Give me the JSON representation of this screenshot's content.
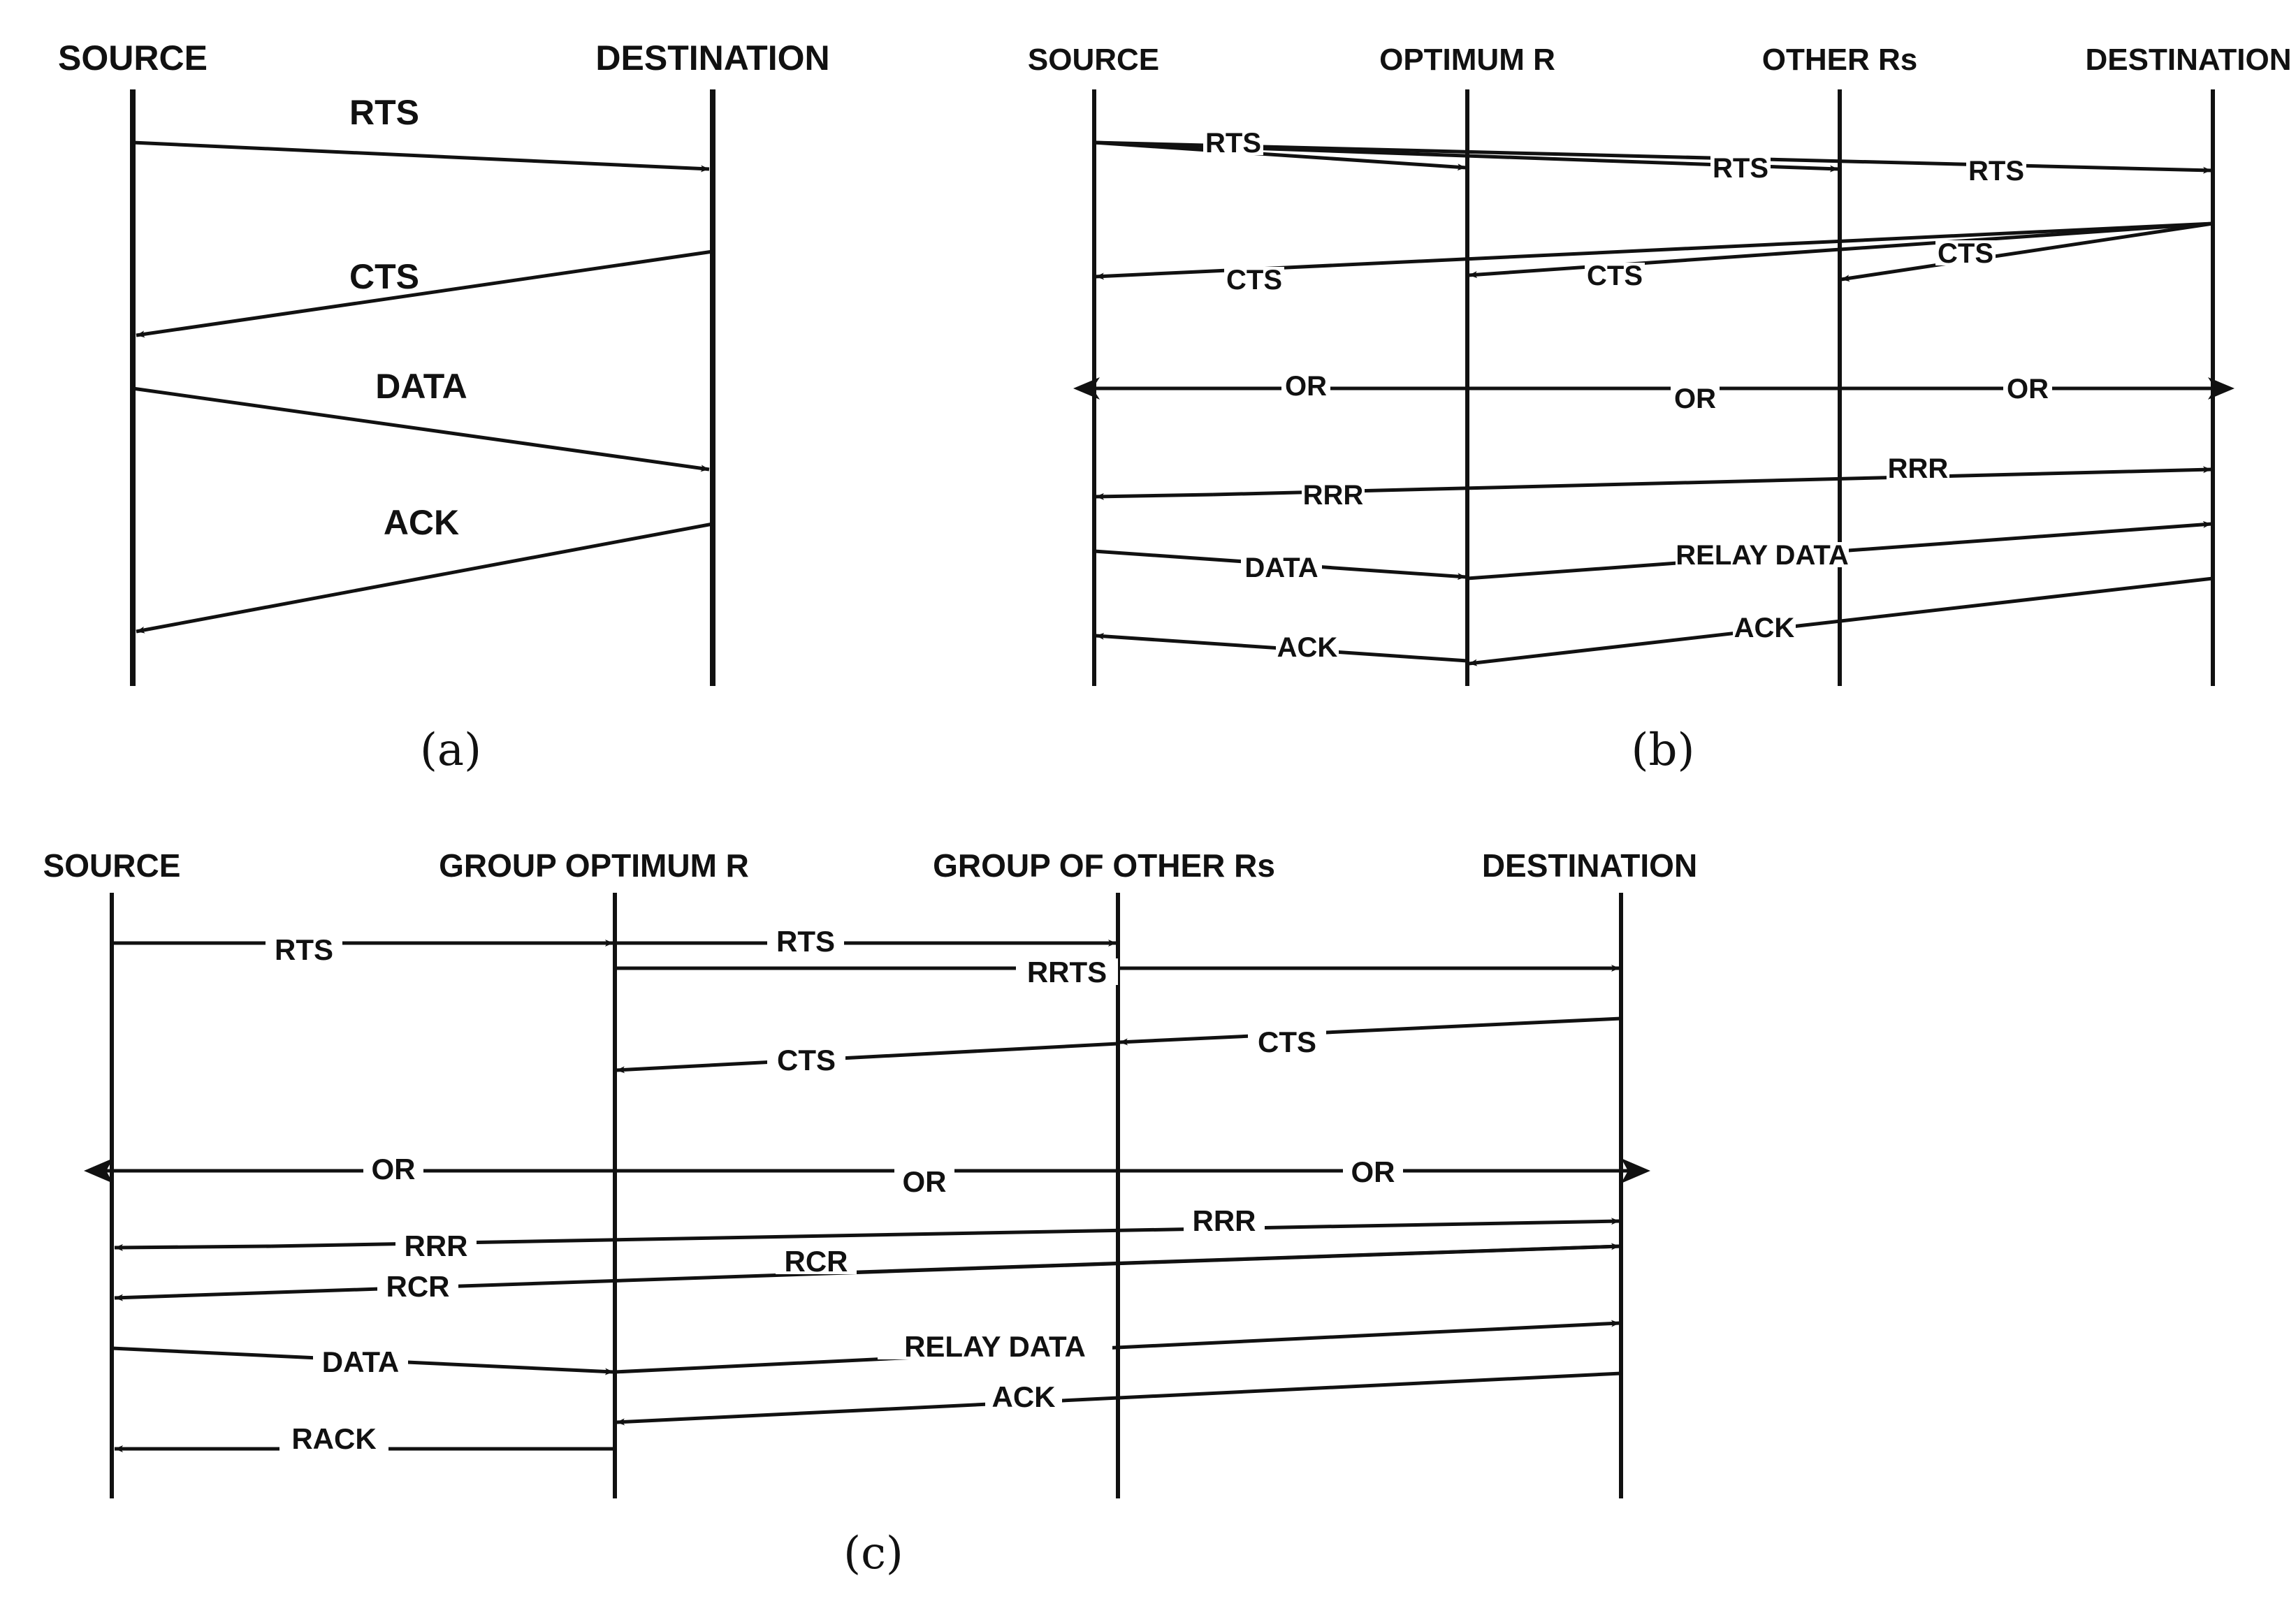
{
  "panels": [
    {
      "id": "a",
      "caption": "(a)",
      "entities": [
        "SOURCE",
        "DESTINATION"
      ],
      "messages": [
        {
          "label": "RTS",
          "from": "SOURCE",
          "to": "DESTINATION"
        },
        {
          "label": "CTS",
          "from": "DESTINATION",
          "to": "SOURCE"
        },
        {
          "label": "DATA",
          "from": "SOURCE",
          "to": "DESTINATION"
        },
        {
          "label": "ACK",
          "from": "DESTINATION",
          "to": "SOURCE"
        }
      ]
    },
    {
      "id": "b",
      "caption": "(b)",
      "entities": [
        "SOURCE",
        "OPTIMUM R",
        "OTHER Rs",
        "DESTINATION"
      ],
      "messages": [
        {
          "label": "RTS",
          "from": "SOURCE",
          "to": "OPTIMUM R"
        },
        {
          "label": "RTS",
          "from": "SOURCE",
          "to": "OTHER Rs"
        },
        {
          "label": "RTS",
          "from": "SOURCE",
          "to": "DESTINATION"
        },
        {
          "label": "CTS",
          "from": "DESTINATION",
          "to": "SOURCE"
        },
        {
          "label": "CTS",
          "from": "DESTINATION",
          "to": "OPTIMUM R"
        },
        {
          "label": "CTS",
          "from": "DESTINATION",
          "to": "OTHER Rs"
        },
        {
          "label": "OR",
          "from": "SOURCE",
          "to": "DESTINATION",
          "bidirectional": true
        },
        {
          "label": "OR",
          "from": "SOURCE",
          "to": "DESTINATION",
          "bidirectional": true
        },
        {
          "label": "OR",
          "from": "SOURCE",
          "to": "DESTINATION",
          "bidirectional": true
        },
        {
          "label": "RRR",
          "from": "OPTIMUM R",
          "to": "SOURCE"
        },
        {
          "label": "RRR",
          "from": "OPTIMUM R",
          "to": "DESTINATION"
        },
        {
          "label": "DATA",
          "from": "SOURCE",
          "to": "OPTIMUM R"
        },
        {
          "label": "RELAY DATA",
          "from": "OPTIMUM R",
          "to": "DESTINATION"
        },
        {
          "label": "ACK",
          "from": "DESTINATION",
          "to": "OPTIMUM R"
        },
        {
          "label": "ACK",
          "from": "OPTIMUM R",
          "to": "SOURCE"
        }
      ]
    },
    {
      "id": "c",
      "caption": "(c)",
      "entities": [
        "SOURCE",
        "GROUP OPTIMUM R",
        "GROUP OF OTHER Rs",
        "DESTINATION"
      ],
      "messages": [
        {
          "label": "RTS",
          "from": "SOURCE",
          "to": "GROUP OPTIMUM R"
        },
        {
          "label": "RTS",
          "from": "GROUP OPTIMUM R",
          "to": "GROUP OF OTHER Rs"
        },
        {
          "label": "RRTS",
          "from": "GROUP OPTIMUM R",
          "to": "DESTINATION"
        },
        {
          "label": "CTS",
          "from": "DESTINATION",
          "to": "GROUP OF OTHER Rs"
        },
        {
          "label": "CTS",
          "from": "GROUP OF OTHER Rs",
          "to": "GROUP OPTIMUM R"
        },
        {
          "label": "OR",
          "from": "SOURCE",
          "to": "DESTINATION",
          "bidirectional": true
        },
        {
          "label": "OR",
          "from": "SOURCE",
          "to": "DESTINATION",
          "bidirectional": true
        },
        {
          "label": "OR",
          "from": "SOURCE",
          "to": "DESTINATION",
          "bidirectional": true
        },
        {
          "label": "RRR",
          "from": "GROUP OPTIMUM R",
          "to": "SOURCE"
        },
        {
          "label": "RRR",
          "from": "GROUP OPTIMUM R",
          "to": "DESTINATION"
        },
        {
          "label": "RCR",
          "from": "DESTINATION",
          "to": "SOURCE"
        },
        {
          "label": "RCR",
          "from": "SOURCE",
          "to": "DESTINATION"
        },
        {
          "label": "DATA",
          "from": "SOURCE",
          "to": "GROUP OPTIMUM R"
        },
        {
          "label": "RELAY DATA",
          "from": "GROUP OPTIMUM R",
          "to": "DESTINATION"
        },
        {
          "label": "ACK",
          "from": "DESTINATION",
          "to": "GROUP OPTIMUM R"
        },
        {
          "label": "RACK",
          "from": "GROUP OPTIMUM R",
          "to": "SOURCE"
        }
      ]
    }
  ]
}
